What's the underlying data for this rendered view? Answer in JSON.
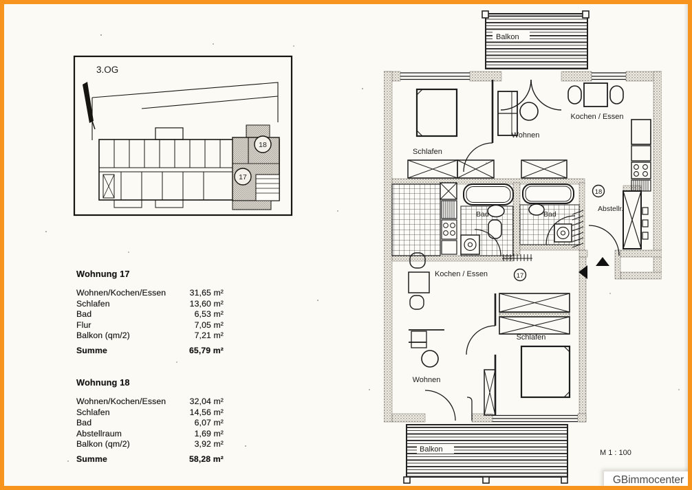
{
  "branding": {
    "watermark": "GBimmocenter"
  },
  "overview_plan": {
    "floor_label": "3.OG",
    "unit_18": "18",
    "unit_17": "17"
  },
  "tables": [
    {
      "title": "Wohnung 17",
      "rows": [
        {
          "label": "Wohnen/Kochen/Essen",
          "value": "31,65 m²"
        },
        {
          "label": "Schlafen",
          "value": "13,60 m²"
        },
        {
          "label": "Bad",
          "value": "6,53 m²"
        },
        {
          "label": "Flur",
          "value": "7,05 m²"
        },
        {
          "label": "Balkon (qm/2)",
          "value": "7,21 m²"
        }
      ],
      "total": {
        "label": "Summe",
        "value": "65,79 m²"
      }
    },
    {
      "title": "Wohnung 18",
      "rows": [
        {
          "label": "Wohnen/Kochen/Essen",
          "value": "32,04 m²"
        },
        {
          "label": "Schlafen",
          "value": "14,56 m²"
        },
        {
          "label": "Bad",
          "value": "6,07 m²"
        },
        {
          "label": "Abstellraum",
          "value": "1,69 m²"
        },
        {
          "label": "Balkon (qm/2)",
          "value": "3,92 m²"
        }
      ],
      "total": {
        "label": "Summe",
        "value": "58,28 m²"
      }
    }
  ],
  "floorplan": {
    "balkon_top": "Balkon",
    "schlafen_18": "Schlafen",
    "wohnen_18": "Wohnen",
    "kochen_essen_18": "Kochen / Essen",
    "bad_17": "Bad",
    "bad_18": "Bad",
    "unit_18": "18",
    "abstellraum": "Abstellr.",
    "kochen_essen_17": "Kochen / Essen",
    "unit_17": "17",
    "wohnen_17": "Wohnen",
    "schlafen_17": "Schlafen",
    "balkon_bottom": "Balkon",
    "scale_note": "M 1 : 100"
  },
  "colors": {
    "frame": "#F7941D",
    "paper": "#FBFAF5",
    "ink": "#1C1C1C"
  }
}
